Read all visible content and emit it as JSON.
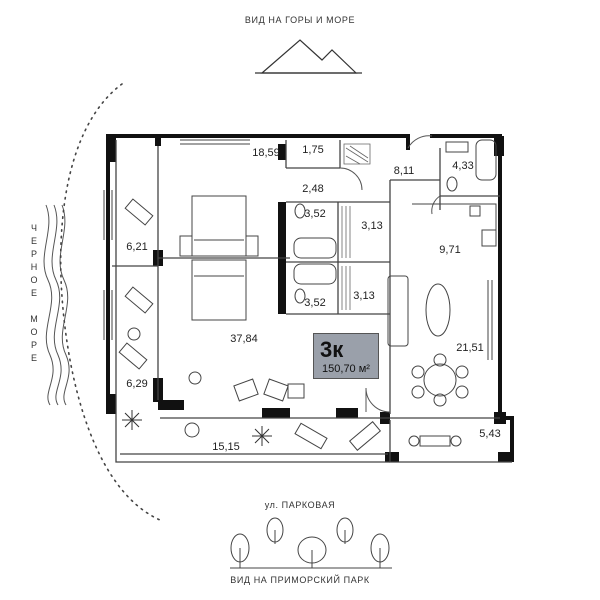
{
  "top_caption": "ВИД НА ГОРЫ И МОРЕ",
  "sea_label": "ЧЕРНОЕ МОРЕ",
  "street_label": "ул. ПАРКОВАЯ",
  "bottom_caption": "ВИД НА ПРИМОРСКИЙ ПАРК",
  "apartment": {
    "rooms": "3к",
    "total_area": "150,70 м²"
  },
  "rooms": [
    {
      "id": "terrace-top",
      "area": "18,59"
    },
    {
      "id": "entry-closet",
      "area": "1,75"
    },
    {
      "id": "hall-top",
      "area": "8,11"
    },
    {
      "id": "bath-top-right",
      "area": "4,33"
    },
    {
      "id": "corridor",
      "area": "2,48"
    },
    {
      "id": "bath-upper",
      "area": "3,52"
    },
    {
      "id": "wardrobe-upper",
      "area": "3,13"
    },
    {
      "id": "kitchen",
      "area": "9,71"
    },
    {
      "id": "balcony-upper-left",
      "area": "6,21"
    },
    {
      "id": "bath-lower",
      "area": "3,52"
    },
    {
      "id": "wardrobe-lower",
      "area": "3,13"
    },
    {
      "id": "master-bedroom",
      "area": "37,84"
    },
    {
      "id": "living-room",
      "area": "21,51"
    },
    {
      "id": "balcony-lower-left",
      "area": "6,29"
    },
    {
      "id": "terrace-bottom",
      "area": "15,15"
    },
    {
      "id": "balcony-bottom-right",
      "area": "5,43"
    }
  ],
  "colors": {
    "wall": "#111111",
    "line": "#444444",
    "badge": "#9aa0aa"
  }
}
